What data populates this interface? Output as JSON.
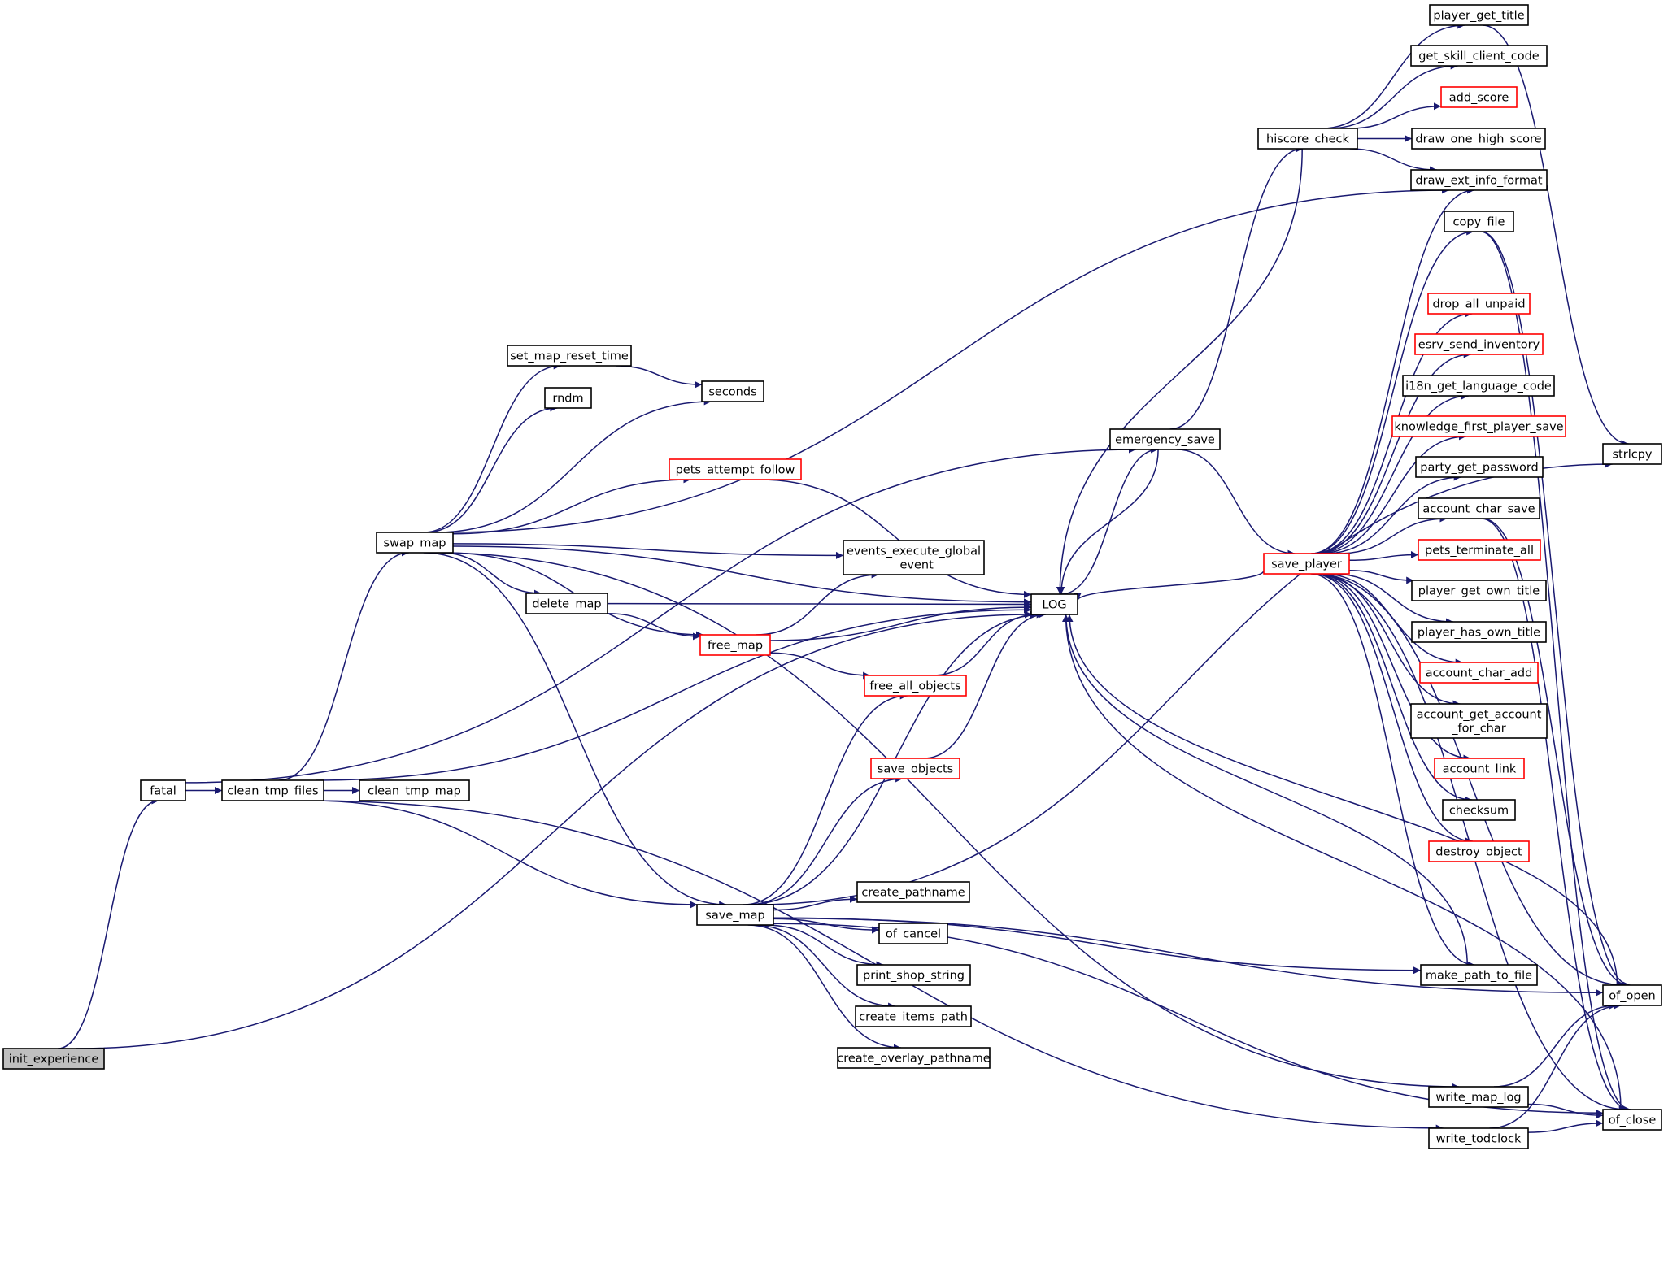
{
  "legend": {
    "truncated_node_color": "#ff0000",
    "full_node_color": "#000000",
    "root_node_fill": "#bfbfbf",
    "edge_color": "#191970"
  },
  "nodes": [
    {
      "id": "init_experience",
      "label": [
        "init_experience"
      ],
      "style": "root"
    },
    {
      "id": "fatal",
      "label": [
        "fatal"
      ],
      "style": "normal"
    },
    {
      "id": "clean_tmp_files",
      "label": [
        "clean_tmp_files"
      ],
      "style": "normal"
    },
    {
      "id": "clean_tmp_map",
      "label": [
        "clean_tmp_map"
      ],
      "style": "normal"
    },
    {
      "id": "swap_map",
      "label": [
        "swap_map"
      ],
      "style": "normal"
    },
    {
      "id": "set_map_reset_time",
      "label": [
        "set_map_reset_time"
      ],
      "style": "normal"
    },
    {
      "id": "rndm",
      "label": [
        "rndm"
      ],
      "style": "normal"
    },
    {
      "id": "seconds",
      "label": [
        "seconds"
      ],
      "style": "normal"
    },
    {
      "id": "pets_attempt_follow",
      "label": [
        "pets_attempt_follow"
      ],
      "style": "truncated"
    },
    {
      "id": "events_execute_global_event",
      "label": [
        "events_execute_global",
        "_event"
      ],
      "style": "normal"
    },
    {
      "id": "delete_map",
      "label": [
        "delete_map"
      ],
      "style": "normal"
    },
    {
      "id": "free_map",
      "label": [
        "free_map"
      ],
      "style": "truncated"
    },
    {
      "id": "free_all_objects",
      "label": [
        "free_all_objects"
      ],
      "style": "truncated"
    },
    {
      "id": "save_objects",
      "label": [
        "save_objects"
      ],
      "style": "truncated"
    },
    {
      "id": "save_map",
      "label": [
        "save_map"
      ],
      "style": "normal"
    },
    {
      "id": "create_pathname",
      "label": [
        "create_pathname"
      ],
      "style": "normal"
    },
    {
      "id": "of_cancel",
      "label": [
        "of_cancel"
      ],
      "style": "normal"
    },
    {
      "id": "print_shop_string",
      "label": [
        "print_shop_string"
      ],
      "style": "normal"
    },
    {
      "id": "create_items_path",
      "label": [
        "create_items_path"
      ],
      "style": "normal"
    },
    {
      "id": "create_overlay_pathname",
      "label": [
        "create_overlay_pathname"
      ],
      "style": "normal"
    },
    {
      "id": "LOG",
      "label": [
        "LOG"
      ],
      "style": "normal"
    },
    {
      "id": "emergency_save",
      "label": [
        "emergency_save"
      ],
      "style": "normal"
    },
    {
      "id": "hiscore_check",
      "label": [
        "hiscore_check"
      ],
      "style": "normal"
    },
    {
      "id": "save_player",
      "label": [
        "save_player"
      ],
      "style": "truncated"
    },
    {
      "id": "player_get_title",
      "label": [
        "player_get_title"
      ],
      "style": "normal"
    },
    {
      "id": "get_skill_client_code",
      "label": [
        "get_skill_client_code"
      ],
      "style": "normal"
    },
    {
      "id": "add_score",
      "label": [
        "add_score"
      ],
      "style": "truncated"
    },
    {
      "id": "draw_one_high_score",
      "label": [
        "draw_one_high_score"
      ],
      "style": "normal"
    },
    {
      "id": "draw_ext_info_format",
      "label": [
        "draw_ext_info_format"
      ],
      "style": "normal"
    },
    {
      "id": "copy_file",
      "label": [
        "copy_file"
      ],
      "style": "normal"
    },
    {
      "id": "drop_all_unpaid",
      "label": [
        "drop_all_unpaid"
      ],
      "style": "truncated"
    },
    {
      "id": "esrv_send_inventory",
      "label": [
        "esrv_send_inventory"
      ],
      "style": "truncated"
    },
    {
      "id": "i18n_get_language_code",
      "label": [
        "i18n_get_language_code"
      ],
      "style": "normal"
    },
    {
      "id": "knowledge_first_player_save",
      "label": [
        "knowledge_first_player_save"
      ],
      "style": "truncated"
    },
    {
      "id": "party_get_password",
      "label": [
        "party_get_password"
      ],
      "style": "normal"
    },
    {
      "id": "account_char_save",
      "label": [
        "account_char_save"
      ],
      "style": "normal"
    },
    {
      "id": "pets_terminate_all",
      "label": [
        "pets_terminate_all"
      ],
      "style": "truncated"
    },
    {
      "id": "player_get_own_title",
      "label": [
        "player_get_own_title"
      ],
      "style": "normal"
    },
    {
      "id": "player_has_own_title",
      "label": [
        "player_has_own_title"
      ],
      "style": "normal"
    },
    {
      "id": "account_char_add",
      "label": [
        "account_char_add"
      ],
      "style": "truncated"
    },
    {
      "id": "account_get_account_for_char",
      "label": [
        "account_get_account",
        "_for_char"
      ],
      "style": "normal"
    },
    {
      "id": "account_link",
      "label": [
        "account_link"
      ],
      "style": "truncated"
    },
    {
      "id": "checksum",
      "label": [
        "checksum"
      ],
      "style": "normal"
    },
    {
      "id": "destroy_object",
      "label": [
        "destroy_object"
      ],
      "style": "truncated"
    },
    {
      "id": "make_path_to_file",
      "label": [
        "make_path_to_file"
      ],
      "style": "normal"
    },
    {
      "id": "write_map_log",
      "label": [
        "write_map_log"
      ],
      "style": "normal"
    },
    {
      "id": "write_todclock",
      "label": [
        "write_todclock"
      ],
      "style": "normal"
    },
    {
      "id": "strlcpy",
      "label": [
        "strlcpy"
      ],
      "style": "normal"
    },
    {
      "id": "of_open",
      "label": [
        "of_open"
      ],
      "style": "normal"
    },
    {
      "id": "of_close",
      "label": [
        "of_close"
      ],
      "style": "normal"
    }
  ],
  "edges": [
    [
      "init_experience",
      "fatal"
    ],
    [
      "init_experience",
      "LOG"
    ],
    [
      "fatal",
      "clean_tmp_files"
    ],
    [
      "fatal",
      "emergency_save"
    ],
    [
      "clean_tmp_files",
      "clean_tmp_map"
    ],
    [
      "clean_tmp_files",
      "swap_map"
    ],
    [
      "clean_tmp_files",
      "save_map"
    ],
    [
      "clean_tmp_files",
      "LOG"
    ],
    [
      "clean_tmp_files",
      "write_todclock"
    ],
    [
      "swap_map",
      "set_map_reset_time"
    ],
    [
      "swap_map",
      "rndm"
    ],
    [
      "swap_map",
      "seconds"
    ],
    [
      "swap_map",
      "pets_attempt_follow"
    ],
    [
      "swap_map",
      "LOG"
    ],
    [
      "swap_map",
      "events_execute_global_event"
    ],
    [
      "swap_map",
      "delete_map"
    ],
    [
      "swap_map",
      "free_map"
    ],
    [
      "swap_map",
      "save_map"
    ],
    [
      "swap_map",
      "draw_ext_info_format"
    ],
    [
      "swap_map",
      "write_map_log"
    ],
    [
      "set_map_reset_time",
      "seconds"
    ],
    [
      "pets_attempt_follow",
      "LOG"
    ],
    [
      "delete_map",
      "LOG"
    ],
    [
      "delete_map",
      "free_map"
    ],
    [
      "free_map",
      "events_execute_global_event"
    ],
    [
      "free_map",
      "LOG"
    ],
    [
      "free_map",
      "free_all_objects"
    ],
    [
      "free_all_objects",
      "LOG"
    ],
    [
      "save_objects",
      "LOG"
    ],
    [
      "save_map",
      "free_all_objects"
    ],
    [
      "save_map",
      "LOG"
    ],
    [
      "save_map",
      "save_objects"
    ],
    [
      "save_map",
      "create_pathname"
    ],
    [
      "save_map",
      "of_cancel"
    ],
    [
      "save_map",
      "print_shop_string"
    ],
    [
      "save_map",
      "create_items_path"
    ],
    [
      "save_map",
      "create_overlay_pathname"
    ],
    [
      "save_map",
      "make_path_to_file"
    ],
    [
      "save_map",
      "of_open"
    ],
    [
      "save_map",
      "of_close"
    ],
    [
      "save_map",
      "strlcpy"
    ],
    [
      "LOG",
      "emergency_save"
    ],
    [
      "emergency_save",
      "LOG"
    ],
    [
      "emergency_save",
      "hiscore_check"
    ],
    [
      "emergency_save",
      "save_player"
    ],
    [
      "hiscore_check",
      "player_get_title"
    ],
    [
      "hiscore_check",
      "get_skill_client_code"
    ],
    [
      "hiscore_check",
      "add_score"
    ],
    [
      "hiscore_check",
      "draw_one_high_score"
    ],
    [
      "hiscore_check",
      "draw_ext_info_format"
    ],
    [
      "hiscore_check",
      "LOG"
    ],
    [
      "save_player",
      "LOG"
    ],
    [
      "save_player",
      "draw_ext_info_format"
    ],
    [
      "save_player",
      "copy_file"
    ],
    [
      "save_player",
      "drop_all_unpaid"
    ],
    [
      "save_player",
      "esrv_send_inventory"
    ],
    [
      "save_player",
      "i18n_get_language_code"
    ],
    [
      "save_player",
      "knowledge_first_player_save"
    ],
    [
      "save_player",
      "party_get_password"
    ],
    [
      "save_player",
      "account_char_save"
    ],
    [
      "save_player",
      "pets_terminate_all"
    ],
    [
      "save_player",
      "player_get_own_title"
    ],
    [
      "save_player",
      "player_has_own_title"
    ],
    [
      "save_player",
      "account_char_add"
    ],
    [
      "save_player",
      "account_get_account_for_char"
    ],
    [
      "save_player",
      "account_link"
    ],
    [
      "save_player",
      "checksum"
    ],
    [
      "save_player",
      "destroy_object"
    ],
    [
      "save_player",
      "make_path_to_file"
    ],
    [
      "save_player",
      "of_open"
    ],
    [
      "save_player",
      "of_close"
    ],
    [
      "player_get_title",
      "strlcpy"
    ],
    [
      "copy_file",
      "of_open"
    ],
    [
      "copy_file",
      "of_close"
    ],
    [
      "account_char_save",
      "of_open"
    ],
    [
      "account_char_save",
      "of_close"
    ],
    [
      "make_path_to_file",
      "LOG"
    ],
    [
      "of_open",
      "LOG"
    ],
    [
      "of_close",
      "LOG"
    ],
    [
      "write_map_log",
      "of_open"
    ],
    [
      "write_map_log",
      "of_close"
    ],
    [
      "write_todclock",
      "of_open"
    ],
    [
      "write_todclock",
      "of_close"
    ]
  ]
}
